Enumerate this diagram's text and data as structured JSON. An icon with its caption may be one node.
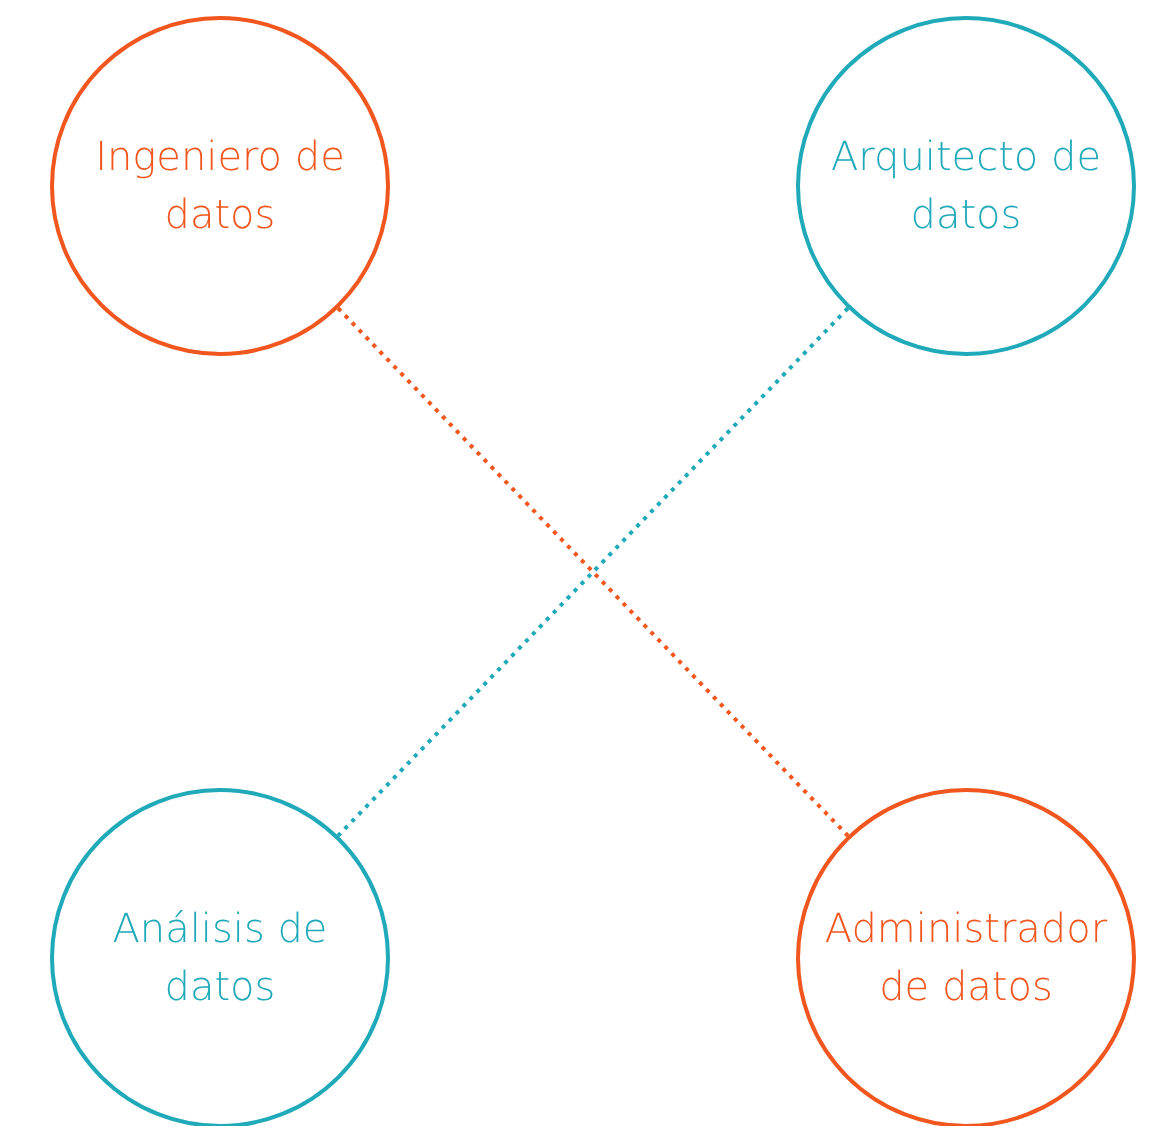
{
  "diagram": {
    "nodes": [
      {
        "text": [
          "Ingeniero de datos"
        ]
      },
      {
        "text": [
          "Arquitecto de datos"
        ]
      },
      {
        "text": [
          "Análisis de datos"
        ]
      },
      {
        "text": [
          "Administrador de datos"
        ]
      }
    ],
    "edges": [
      {
        "from": 0,
        "to": 3,
        "arrow": "none",
        "style": "dashed",
        "color": "#f0561d"
      },
      {
        "from": 1,
        "to": 2,
        "arrow": "none",
        "style": "dashed",
        "color": "#1fa9b9"
      }
    ]
  }
}
